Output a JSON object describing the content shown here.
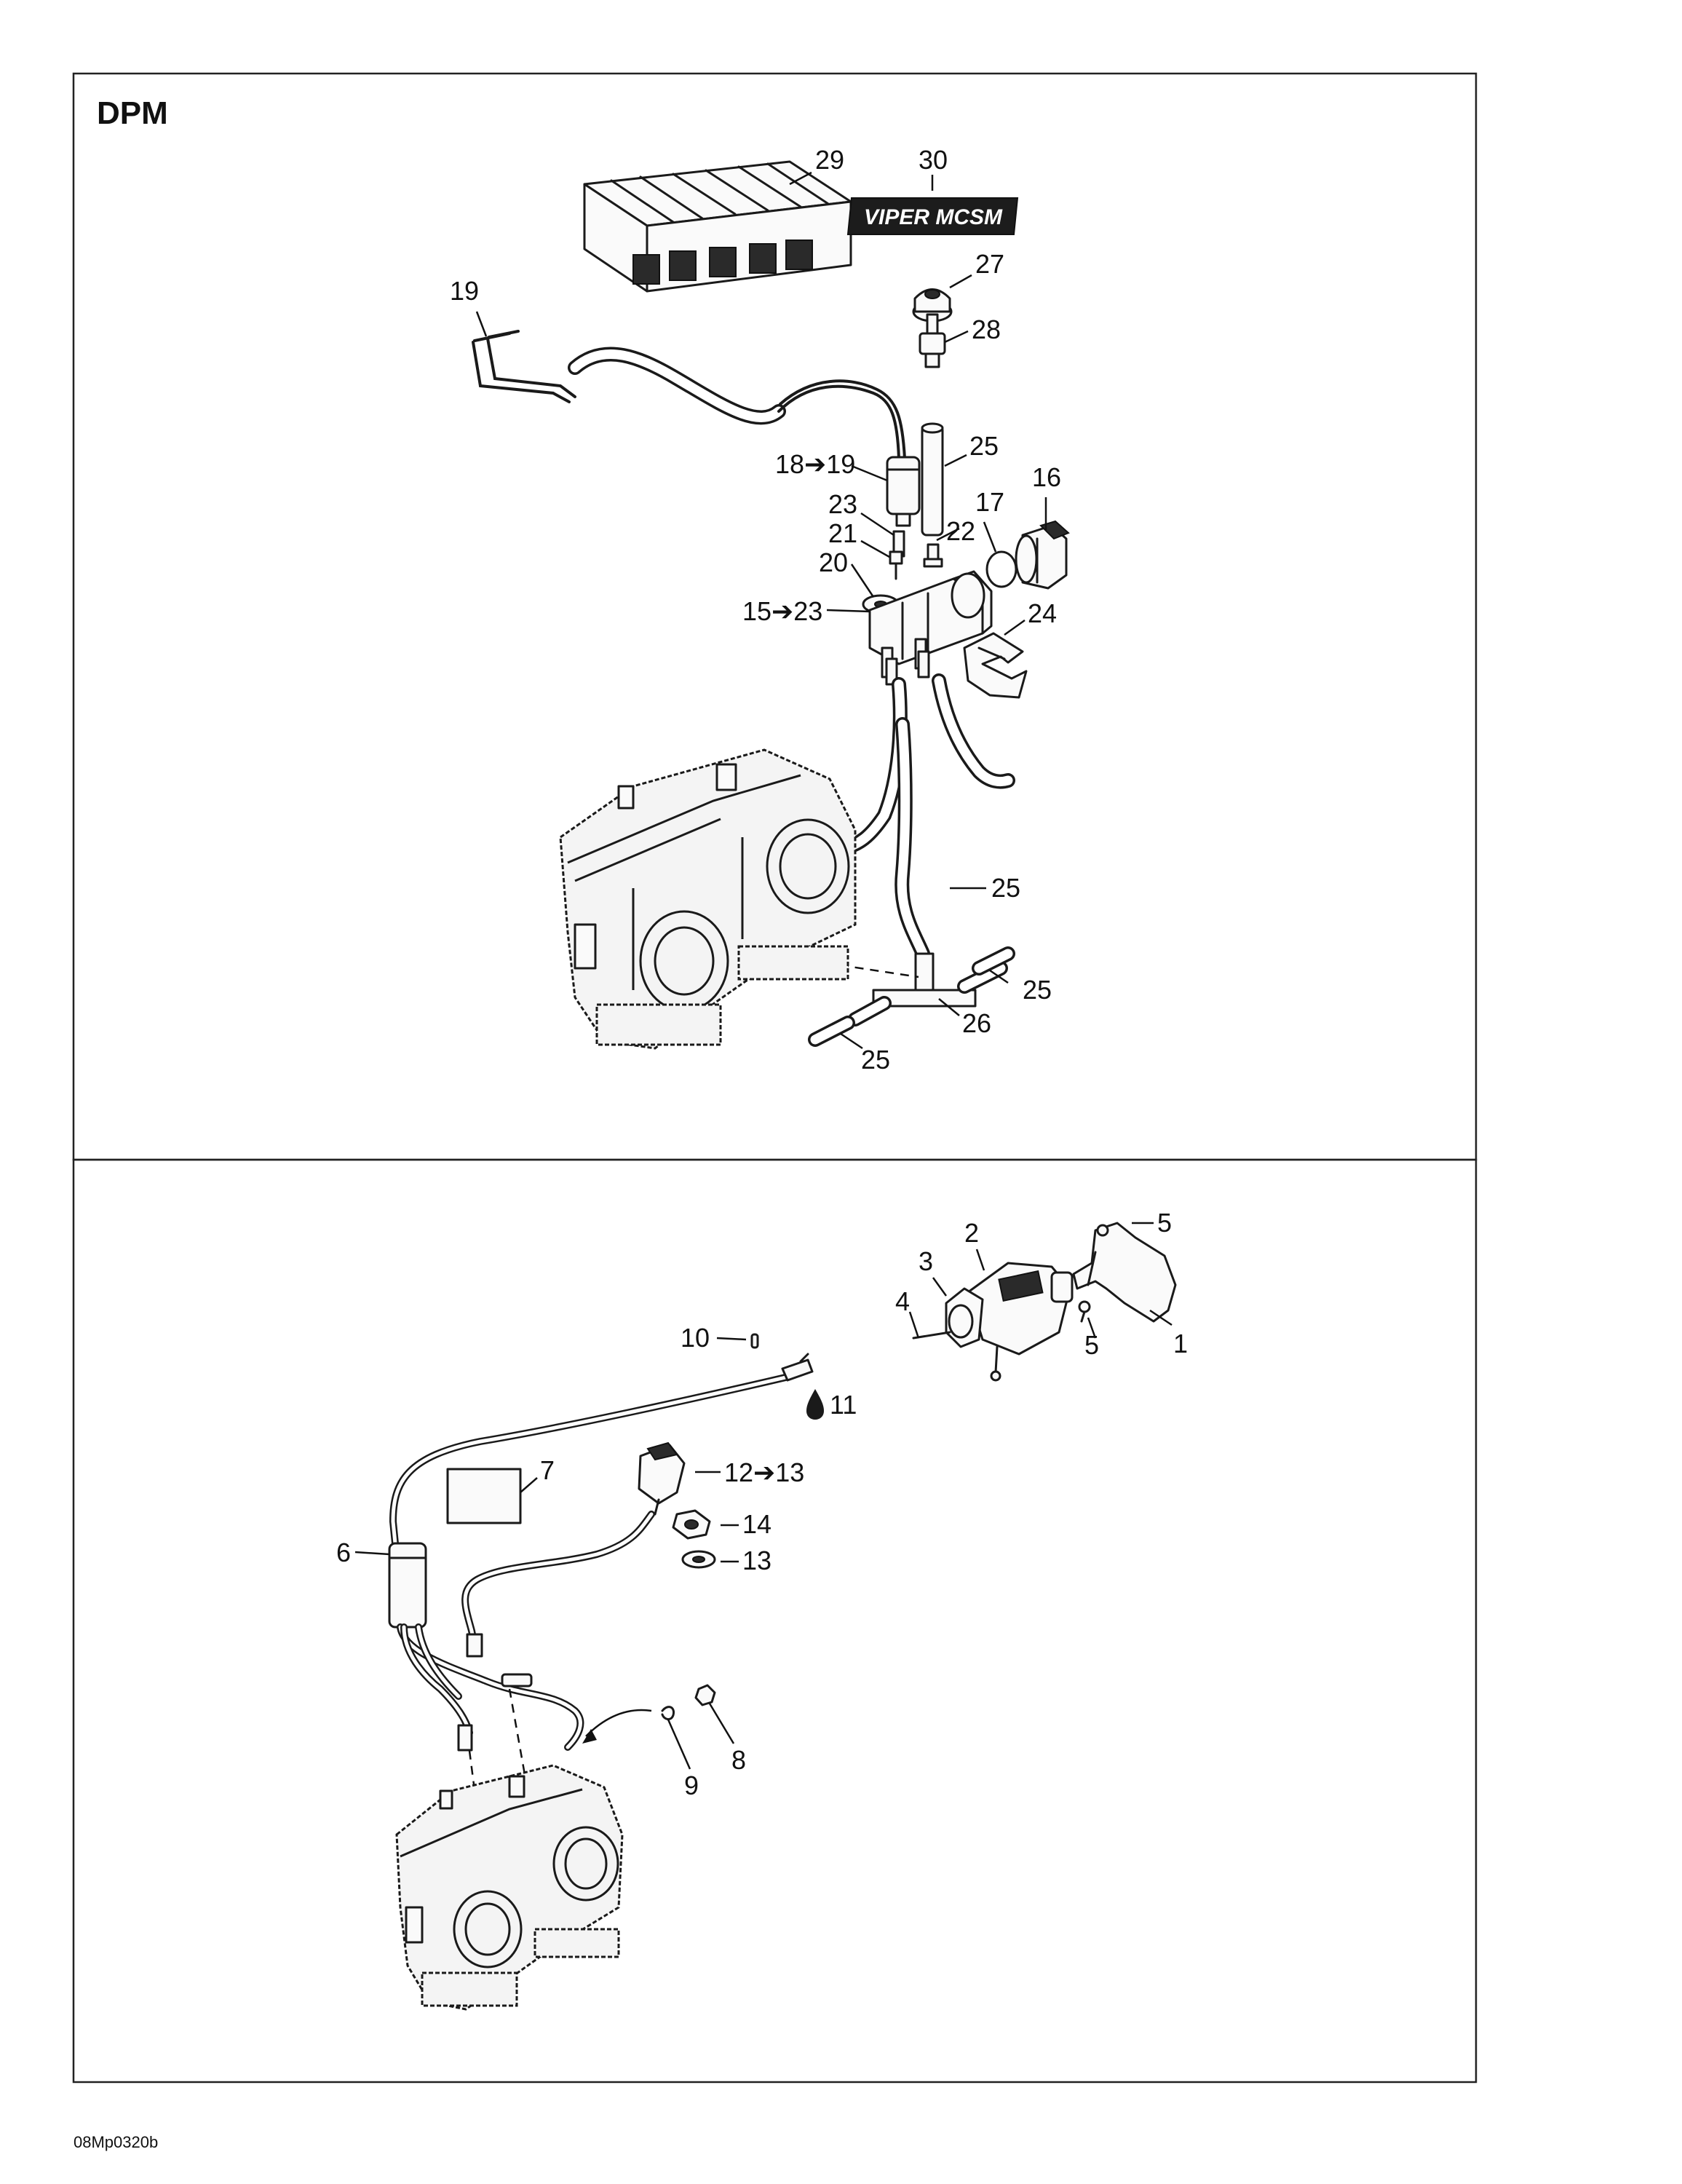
{
  "diagram": {
    "title": "DPM",
    "figure_ref": "08Mp0320b",
    "decal_text": "VIPER MCSM",
    "upper_callouts": [
      {
        "id": "c29",
        "label": "29"
      },
      {
        "id": "c30",
        "label": "30"
      },
      {
        "id": "c27",
        "label": "27"
      },
      {
        "id": "c28",
        "label": "28"
      },
      {
        "id": "c19",
        "label": "19"
      },
      {
        "id": "c25a",
        "label": "25"
      },
      {
        "id": "c18",
        "label": "18➔19"
      },
      {
        "id": "c16",
        "label": "16"
      },
      {
        "id": "c23",
        "label": "23"
      },
      {
        "id": "c17",
        "label": "17"
      },
      {
        "id": "c21",
        "label": "21"
      },
      {
        "id": "c22",
        "label": "22"
      },
      {
        "id": "c20",
        "label": "20"
      },
      {
        "id": "c15",
        "label": "15➔23"
      },
      {
        "id": "c24",
        "label": "24"
      },
      {
        "id": "c25b",
        "label": "25"
      },
      {
        "id": "c25c",
        "label": "25"
      },
      {
        "id": "c26",
        "label": "26"
      },
      {
        "id": "c25d",
        "label": "25"
      }
    ],
    "lower_callouts": [
      {
        "id": "c2",
        "label": "2"
      },
      {
        "id": "c5a",
        "label": "5"
      },
      {
        "id": "c3",
        "label": "3"
      },
      {
        "id": "c4",
        "label": "4"
      },
      {
        "id": "c5b",
        "label": "5"
      },
      {
        "id": "c1",
        "label": "1"
      },
      {
        "id": "c10",
        "label": "10"
      },
      {
        "id": "c11",
        "label": "11"
      },
      {
        "id": "c7",
        "label": "7"
      },
      {
        "id": "c12",
        "label": "12➔13"
      },
      {
        "id": "c14",
        "label": "14"
      },
      {
        "id": "c6",
        "label": "6"
      },
      {
        "id": "c13",
        "label": "13"
      },
      {
        "id": "c8",
        "label": "8"
      },
      {
        "id": "c9",
        "label": "9"
      }
    ]
  }
}
